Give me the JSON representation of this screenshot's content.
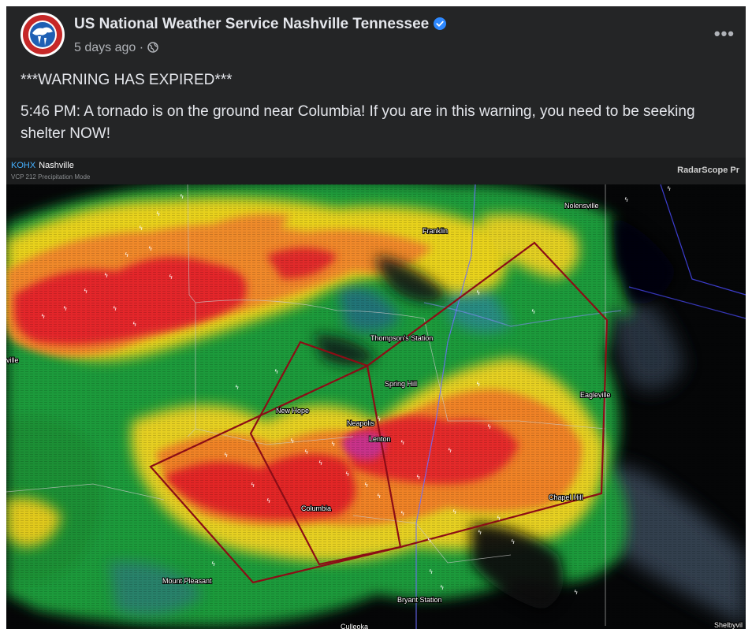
{
  "post": {
    "page_name": "US National Weather Service Nashville Tennessee",
    "time": "5 days ago",
    "separator": "·",
    "more": "•••",
    "icons": {
      "verified": "verified-badge-icon",
      "audience": "globe-icon",
      "more": "more-options-icon"
    },
    "paragraphs": [
      "***WARNING HAS EXPIRED***",
      "5:46 PM: A tornado is on the ground near Columbia! If you are in this warning, you need to be seeking shelter NOW!"
    ]
  },
  "radar": {
    "station_code": "KOHX",
    "station_name": "Nashville",
    "mode": "VCP 212 Precipitation Mode",
    "brand": "RadarScope Pr",
    "cities": [
      "Nolensville",
      "Franklin",
      "Thompson's Station",
      "Spring Hill",
      "Eagleville",
      "New Hope",
      "Neapolis",
      "Lenton",
      "Chapel Hill",
      "Columbia",
      "Mount Pleasant",
      "Bryant Station",
      "Culleoka",
      "Shelbyvil",
      "ville"
    ]
  },
  "colors": {
    "post_bg": "#242526",
    "text_primary": "#e4e6eb",
    "text_secondary": "#b0b3b8",
    "verified": "#2d88ff",
    "warning_polygon": "#8b0d16",
    "station_code": "#45b0ff"
  }
}
